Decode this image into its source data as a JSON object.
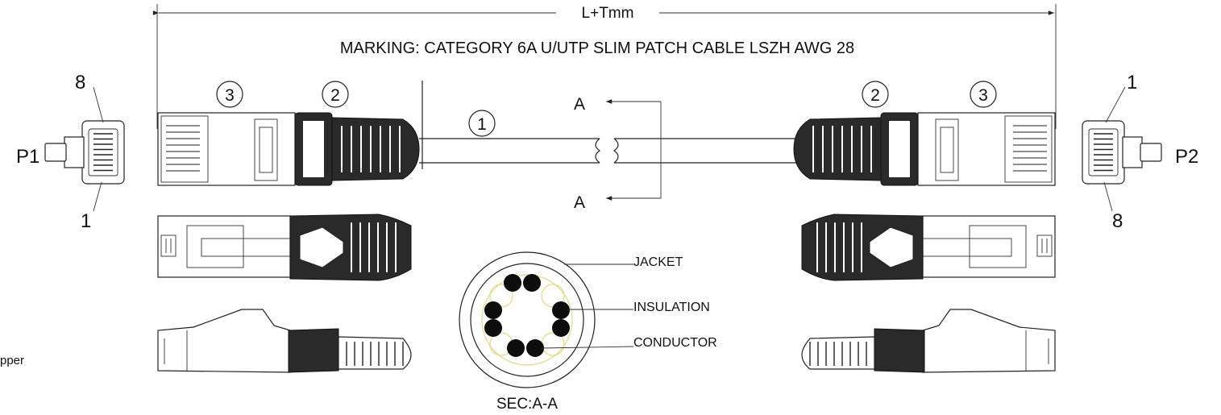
{
  "dimension": {
    "length_label": "L+Tmm"
  },
  "marking": {
    "text": "MARKING: CATEGORY 6A U/UTP SLIM PATCH CABLE LSZH AWG 28"
  },
  "callouts": {
    "cable": "1",
    "boot": "2",
    "plug": "3"
  },
  "section": {
    "cut_label": "A",
    "title": "SEC:A-A",
    "legend": [
      "JACKET",
      "INSULATION",
      "CONDUCTOR"
    ]
  },
  "plugs": {
    "left": {
      "name": "P1",
      "pin_top": "8",
      "pin_bottom": "1"
    },
    "right": {
      "name": "P2",
      "pin_top": "1",
      "pin_bottom": "8"
    }
  },
  "partial_left_text": "pper"
}
